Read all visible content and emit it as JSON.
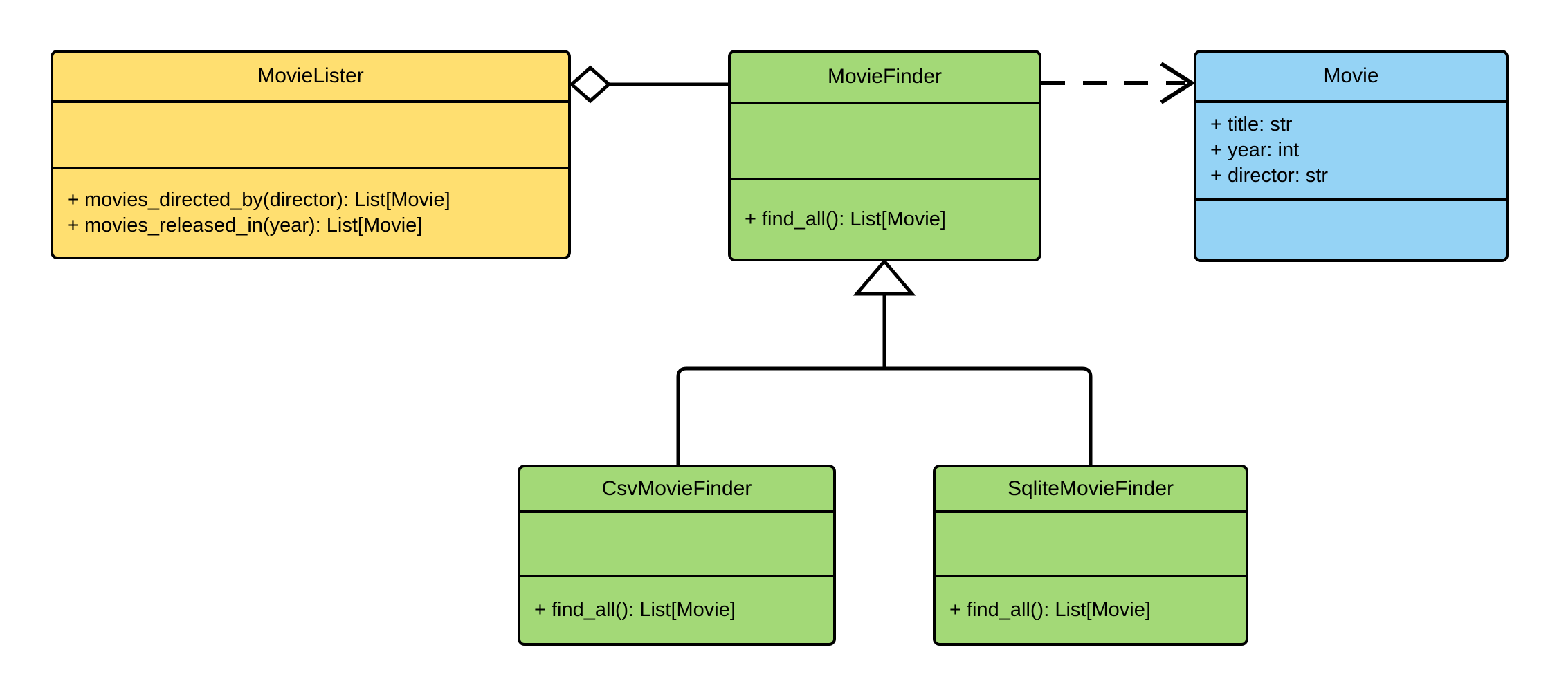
{
  "diagram": {
    "kind": "uml-class-diagram",
    "title": "Movie Lister dependency injection class diagram",
    "background_color": "#ffffff",
    "line_color": "#000000"
  },
  "palette": {
    "yellow": "#FFDF70",
    "green": "#A3D977",
    "blue": "#95D3F5",
    "border": "#000000"
  },
  "classes": [
    {
      "id": "movie-lister",
      "name": "MovieLister",
      "fill": "#FFDF70",
      "attributes": [],
      "methods": [
        "+ movies_directed_by(director): List[Movie]",
        "+ movies_released_in(year): List[Movie]"
      ]
    },
    {
      "id": "movie-finder",
      "name": "MovieFinder",
      "fill": "#A3D977",
      "attributes": [],
      "methods": [
        "+ find_all(): List[Movie]"
      ]
    },
    {
      "id": "movie",
      "name": "Movie",
      "fill": "#95D3F5",
      "attributes": [
        "+ title: str",
        "+ year: int",
        "+ director: str"
      ],
      "methods": []
    },
    {
      "id": "csv-movie-finder",
      "name": "CsvMovieFinder",
      "fill": "#A3D977",
      "attributes": [],
      "methods": [
        "+ find_all(): List[Movie]"
      ]
    },
    {
      "id": "sqlite-movie-finder",
      "name": "SqliteMovieFinder",
      "fill": "#A3D977",
      "attributes": [],
      "methods": [
        "+ find_all(): List[Movie]"
      ]
    }
  ],
  "relationships": [
    {
      "id": "lister-finder-aggregation",
      "type": "aggregation",
      "source": "MovieLister",
      "target": "MovieFinder",
      "marker": "hollow-diamond",
      "line_style": "solid"
    },
    {
      "id": "finder-movie-dependency",
      "type": "dependency",
      "source": "MovieFinder",
      "target": "Movie",
      "marker": "open-arrow",
      "line_style": "dashed"
    },
    {
      "id": "csv-finder-generalization",
      "type": "generalization",
      "source": "CsvMovieFinder",
      "target": "MovieFinder",
      "marker": "hollow-triangle",
      "line_style": "solid"
    },
    {
      "id": "sqlite-finder-generalization",
      "type": "generalization",
      "source": "SqliteMovieFinder",
      "target": "MovieFinder",
      "marker": "hollow-triangle",
      "line_style": "solid"
    }
  ]
}
